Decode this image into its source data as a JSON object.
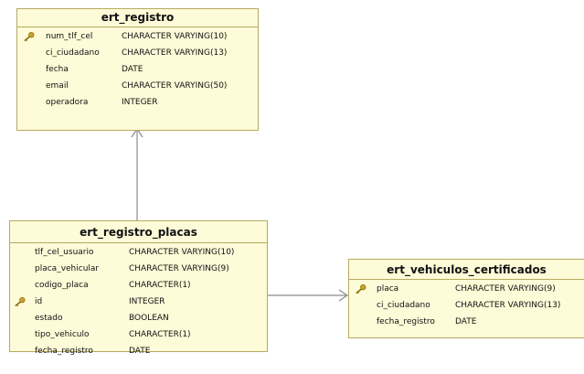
{
  "diagram": {
    "entities": [
      {
        "id": "ert_registro",
        "title": "ert_registro",
        "columns": [
          {
            "name": "num_tlf_cel",
            "type": "CHARACTER VARYING(10)",
            "primary_key": true
          },
          {
            "name": "ci_ciudadano",
            "type": "CHARACTER VARYING(13)",
            "primary_key": false
          },
          {
            "name": "fecha",
            "type": "DATE",
            "primary_key": false
          },
          {
            "name": "email",
            "type": "CHARACTER VARYING(50)",
            "primary_key": false
          },
          {
            "name": "operadora",
            "type": "INTEGER",
            "primary_key": false
          }
        ]
      },
      {
        "id": "ert_registro_placas",
        "title": "ert_registro_placas",
        "columns": [
          {
            "name": "tlf_cel_usuario",
            "type": "CHARACTER VARYING(10)",
            "primary_key": false
          },
          {
            "name": "placa_vehicular",
            "type": "CHARACTER VARYING(9)",
            "primary_key": false
          },
          {
            "name": "codigo_placa",
            "type": "CHARACTER(1)",
            "primary_key": false
          },
          {
            "name": "id",
            "type": "INTEGER",
            "primary_key": true
          },
          {
            "name": "estado",
            "type": "BOOLEAN",
            "primary_key": false
          },
          {
            "name": "tipo_vehiculo",
            "type": "CHARACTER(1)",
            "primary_key": false
          },
          {
            "name": "fecha_registro",
            "type": "DATE",
            "primary_key": false
          }
        ]
      },
      {
        "id": "ert_vehiculos_certificados",
        "title": "ert_vehiculos_certificados",
        "columns": [
          {
            "name": "placa",
            "type": "CHARACTER VARYING(9)",
            "primary_key": true
          },
          {
            "name": "ci_ciudadano",
            "type": "CHARACTER VARYING(13)",
            "primary_key": false
          },
          {
            "name": "fecha_registro",
            "type": "DATE",
            "primary_key": false
          }
        ]
      }
    ],
    "relationships": [
      {
        "from": "ert_registro_placas",
        "to": "ert_registro"
      },
      {
        "from": "ert_registro_placas",
        "to": "ert_vehiculos_certificados"
      }
    ],
    "colors": {
      "entity_fill": "#fefbd8",
      "entity_border": "#b8a960",
      "connector": "#8c8c8c",
      "key_icon": "#c9a227"
    },
    "icons": {
      "primary_key": "key-icon"
    }
  }
}
